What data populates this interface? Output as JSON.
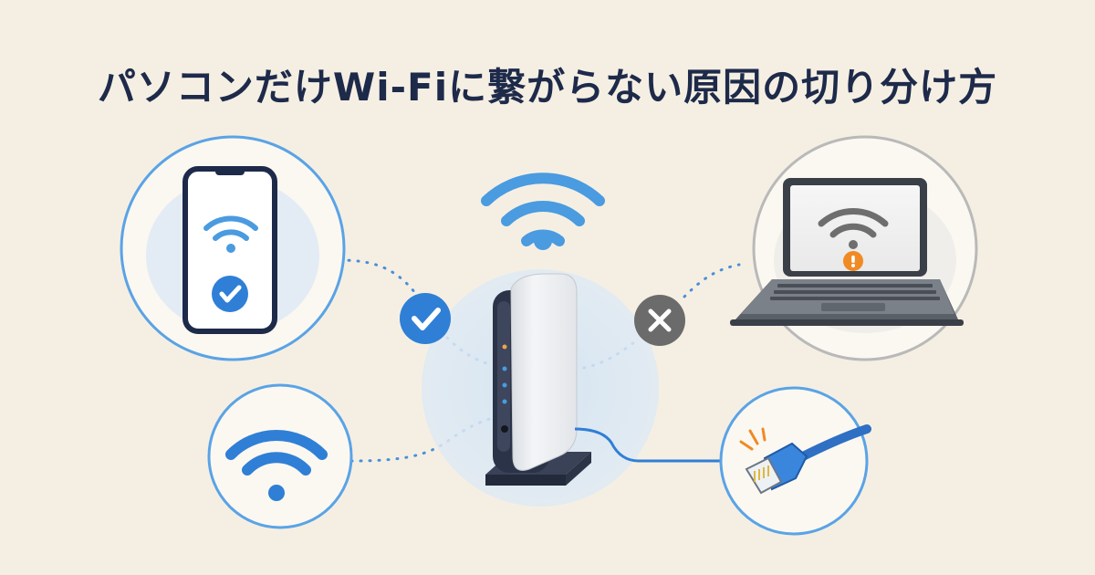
{
  "title": "パソコンだけWi-Fiに繋がらない原因の切り分け方",
  "colors": {
    "background": "#f5efe3",
    "title": "#1e2a4a",
    "accent_blue": "#2f7fd6",
    "wifi_light_blue": "#4a9be0",
    "circle_outline_blue": "#5aa3e6",
    "circle_outline_gray": "#b9b9b9",
    "ok_badge": "#2f7fd6",
    "ng_badge": "#6b6b6b",
    "warning_orange": "#f08a24",
    "router_body": "#e9ecef",
    "router_base": "#2a3347",
    "cable_blue": "#2f6fc4"
  },
  "scene": {
    "smartphone": {
      "status": "connected",
      "icon": "wifi-icon"
    },
    "laptop": {
      "status": "connection-problem",
      "icon": "wifi-warning-icon"
    },
    "router_link_phone": {
      "status": "ok",
      "icon": "check-icon"
    },
    "router_link_laptop": {
      "status": "ng",
      "icon": "cross-icon"
    },
    "wifi_signal": {
      "icon": "wifi-icon"
    },
    "lan_cable": {
      "icon": "ethernet-cable-icon"
    }
  }
}
